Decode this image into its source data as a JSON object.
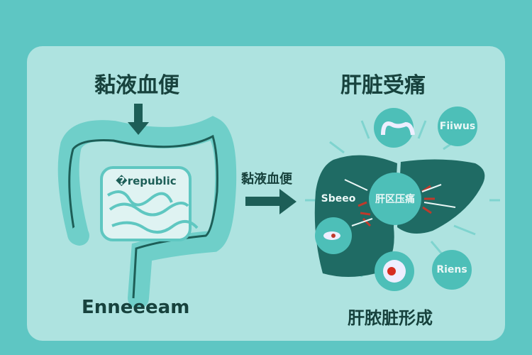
{
  "left": {
    "title": "黏液血便",
    "inner_label": "�republic",
    "caption": "Enneeeam"
  },
  "middle": {
    "arrow_label": "黏液血便"
  },
  "right": {
    "title": "肝脏受痛",
    "center_label": "肝区压痛",
    "left_label": "Sbeeo",
    "top_right_label": "Fiiwus",
    "bottom_right_label": "Riens",
    "caption": "肝脓脏形成"
  },
  "colors": {
    "background": "#5ec6c3",
    "card": "#aee3e0",
    "dark": "#17423d",
    "liver": "#1f6b64",
    "bubble": "#4dbfb8",
    "colon": "#6fcfc9",
    "pain": "#c0392b"
  }
}
